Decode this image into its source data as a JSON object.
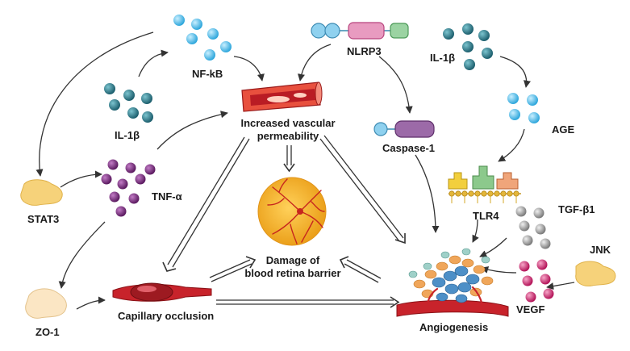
{
  "labels": {
    "nfkb": "NF-kB",
    "il1b_left": "IL-1β",
    "il1b_right": "IL-1β",
    "nlrp3": "NLRP3",
    "caspase1": "Caspase-1",
    "age": "AGE",
    "tlr4": "TLR4",
    "tgfb1": "TGF-β1",
    "jnk": "JNK",
    "vegf": "VEGF",
    "stat3": "STAT3",
    "tnfa": "TNF-α",
    "zo1": "ZO-1",
    "vascular_line1": "Increased vascular",
    "vascular_line2": "permeability",
    "damage_line1": "Damage of",
    "damage_line2": "blood retina barrier",
    "capillary": "Capillary occlusion",
    "angiogenesis": "Angiogenesis"
  },
  "colors": {
    "light_blue": "#5fc3ea",
    "teal": "#2f7d8e",
    "purple": "#7a2a7e",
    "grey": "#9a9a9a",
    "pink": "#d8276e",
    "vessel_red": "#c8232b",
    "retina_orange": "#f2a51f",
    "stat3_yellow": "#f6d27a",
    "nlrp3_pink": "#e89bc0",
    "nlrp3_green": "#9bd3a2",
    "caspase_purple": "#9c6aa8",
    "tlr4_gold": "#e3b63a"
  }
}
